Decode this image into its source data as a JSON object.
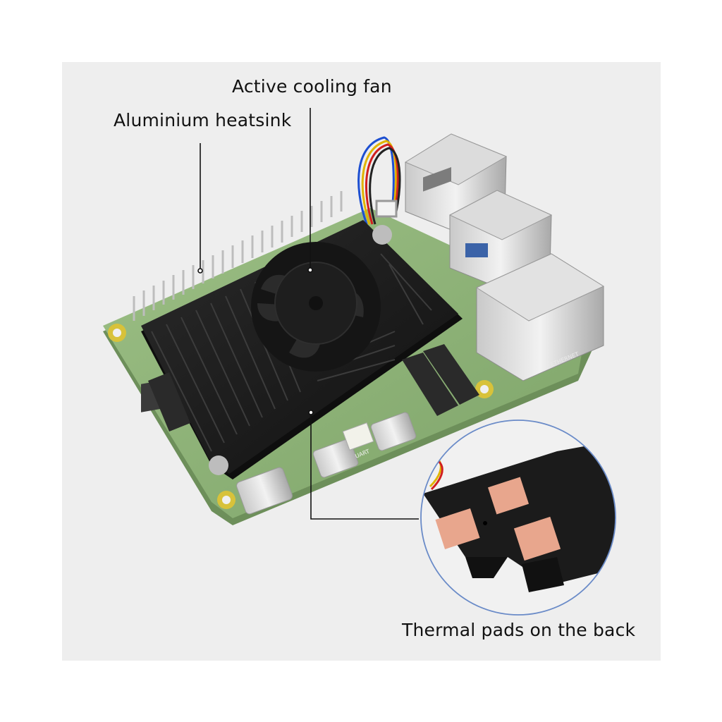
{
  "labels": {
    "fan": "Active cooling fan",
    "heatsink": "Aluminium heatsink",
    "pads": "Thermal pads on the back"
  },
  "board": {
    "port_uart": "UART",
    "port_ethernet": "ETHERNET"
  },
  "colors": {
    "frame_bg": "#eeeeee",
    "pcb": "#8fb178",
    "heatsink": "#1a1a1a",
    "thermal_pad": "#e8a68d",
    "callout_ring": "#6a8bc8",
    "leader_line": "#111111"
  }
}
